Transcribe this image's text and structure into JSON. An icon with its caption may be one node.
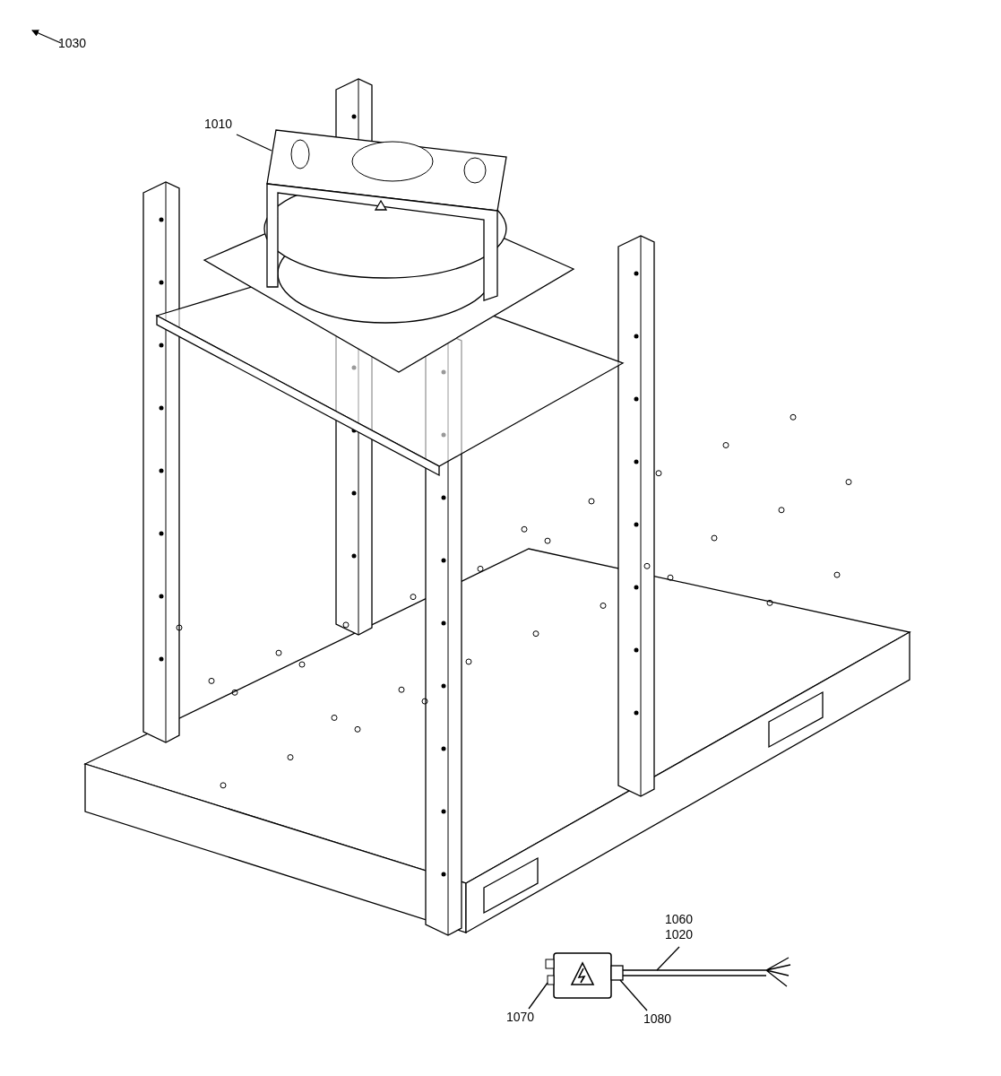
{
  "diagram": {
    "nodes": [
      {
        "text": [
          "1030"
        ]
      },
      {
        "text": [
          "1010"
        ]
      },
      {
        "text": [],
        "shape": "picture"
      },
      {
        "text": [
          "1060",
          "1020"
        ]
      },
      {
        "text": [],
        "shape": "picture"
      },
      {
        "text": [
          "1070"
        ]
      },
      {
        "text": [],
        "shape": "picture"
      },
      {
        "text": [
          "1080"
        ]
      },
      {
        "text": [],
        "shape": "box"
      }
    ],
    "edges": [
      {
        "from": 0,
        "to": null,
        "arrow": "to"
      },
      {
        "from": 1,
        "to": 2,
        "arrow": "none"
      },
      {
        "from": 3,
        "to": 4,
        "arrow": "none"
      },
      {
        "from": 5,
        "to": 6,
        "arrow": "none"
      },
      {
        "from": 7,
        "to": 8,
        "arrow": "none"
      }
    ]
  }
}
